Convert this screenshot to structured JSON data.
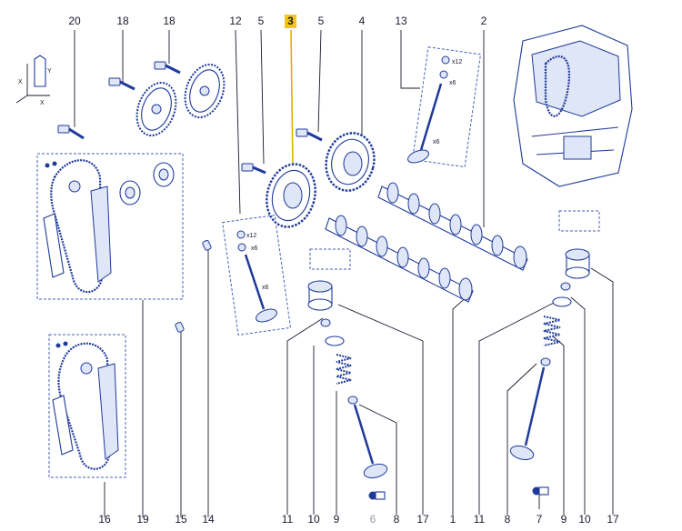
{
  "diagram": {
    "top_labels": [
      {
        "id": "20",
        "text": "20"
      },
      {
        "id": "18a",
        "text": "18"
      },
      {
        "id": "18b",
        "text": "18"
      },
      {
        "id": "12",
        "text": "12"
      },
      {
        "id": "5a",
        "text": "5"
      },
      {
        "id": "3",
        "text": "3",
        "highlighted": true
      },
      {
        "id": "5b",
        "text": "5"
      },
      {
        "id": "4",
        "text": "4"
      },
      {
        "id": "13",
        "text": "13"
      },
      {
        "id": "2",
        "text": "2"
      }
    ],
    "bottom_labels": [
      {
        "id": "16",
        "text": "16"
      },
      {
        "id": "19",
        "text": "19"
      },
      {
        "id": "15",
        "text": "15"
      },
      {
        "id": "14",
        "text": "14"
      },
      {
        "id": "11a",
        "text": "11"
      },
      {
        "id": "10a",
        "text": "10"
      },
      {
        "id": "9a",
        "text": "9"
      },
      {
        "id": "6",
        "text": "6",
        "muted": true
      },
      {
        "id": "8a",
        "text": "8"
      },
      {
        "id": "17a",
        "text": "17"
      },
      {
        "id": "1",
        "text": "1"
      },
      {
        "id": "11b",
        "text": "11"
      },
      {
        "id": "8b",
        "text": "8"
      },
      {
        "id": "7",
        "text": "7"
      },
      {
        "id": "9b",
        "text": "9"
      },
      {
        "id": "10b",
        "text": "10"
      },
      {
        "id": "17b",
        "text": "17"
      }
    ],
    "callouts": {
      "valve_left_x12": "x12",
      "valve_left_x6a": "x6",
      "valve_left_x6b": "x6",
      "valve_right_x12": "x12",
      "valve_right_x6a": "x6",
      "valve_right_x6b": "x6"
    },
    "axis_letters": {
      "x1": "X",
      "x2": "X",
      "y": "Y"
    },
    "colors": {
      "line": "#1f3a9a",
      "highlight": "#f5c518",
      "muted": "#9a9aa6"
    }
  }
}
